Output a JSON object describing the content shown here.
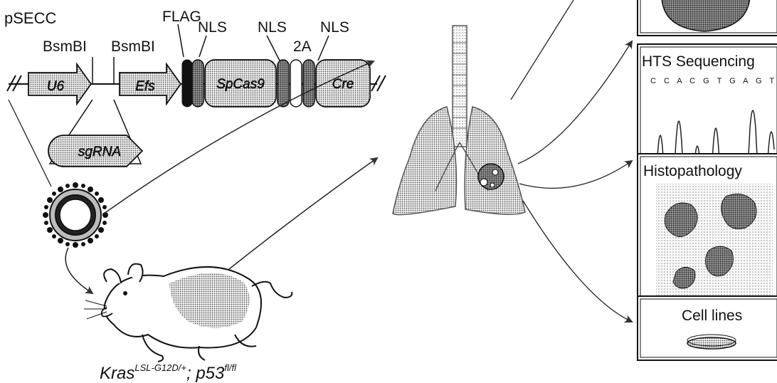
{
  "construct": {
    "name": "pSECC",
    "bsmbi_1": "BsmBI",
    "bsmbi_2": "BsmBI",
    "flag": "FLAG",
    "nls_1": "NLS",
    "nls_2": "NLS",
    "nls_3": "NLS",
    "t2a": "2A",
    "u6": "U6",
    "efs": "Efs",
    "spcas9": "SpCas9",
    "cre": "Cre",
    "sgrna": "sgRNA"
  },
  "mouse": {
    "genotype_gene1": "Kras",
    "genotype_allele1": "LSL-G12D/+",
    "genotype_sep": "; ",
    "genotype_gene2": "p53",
    "genotype_allele2": "fl/fl"
  },
  "panels": {
    "hts_title": "HTS Sequencing",
    "hts_bases": "C C A C G T G A G T",
    "histo_title": "Histopathology",
    "cells_title": "Cell lines"
  }
}
